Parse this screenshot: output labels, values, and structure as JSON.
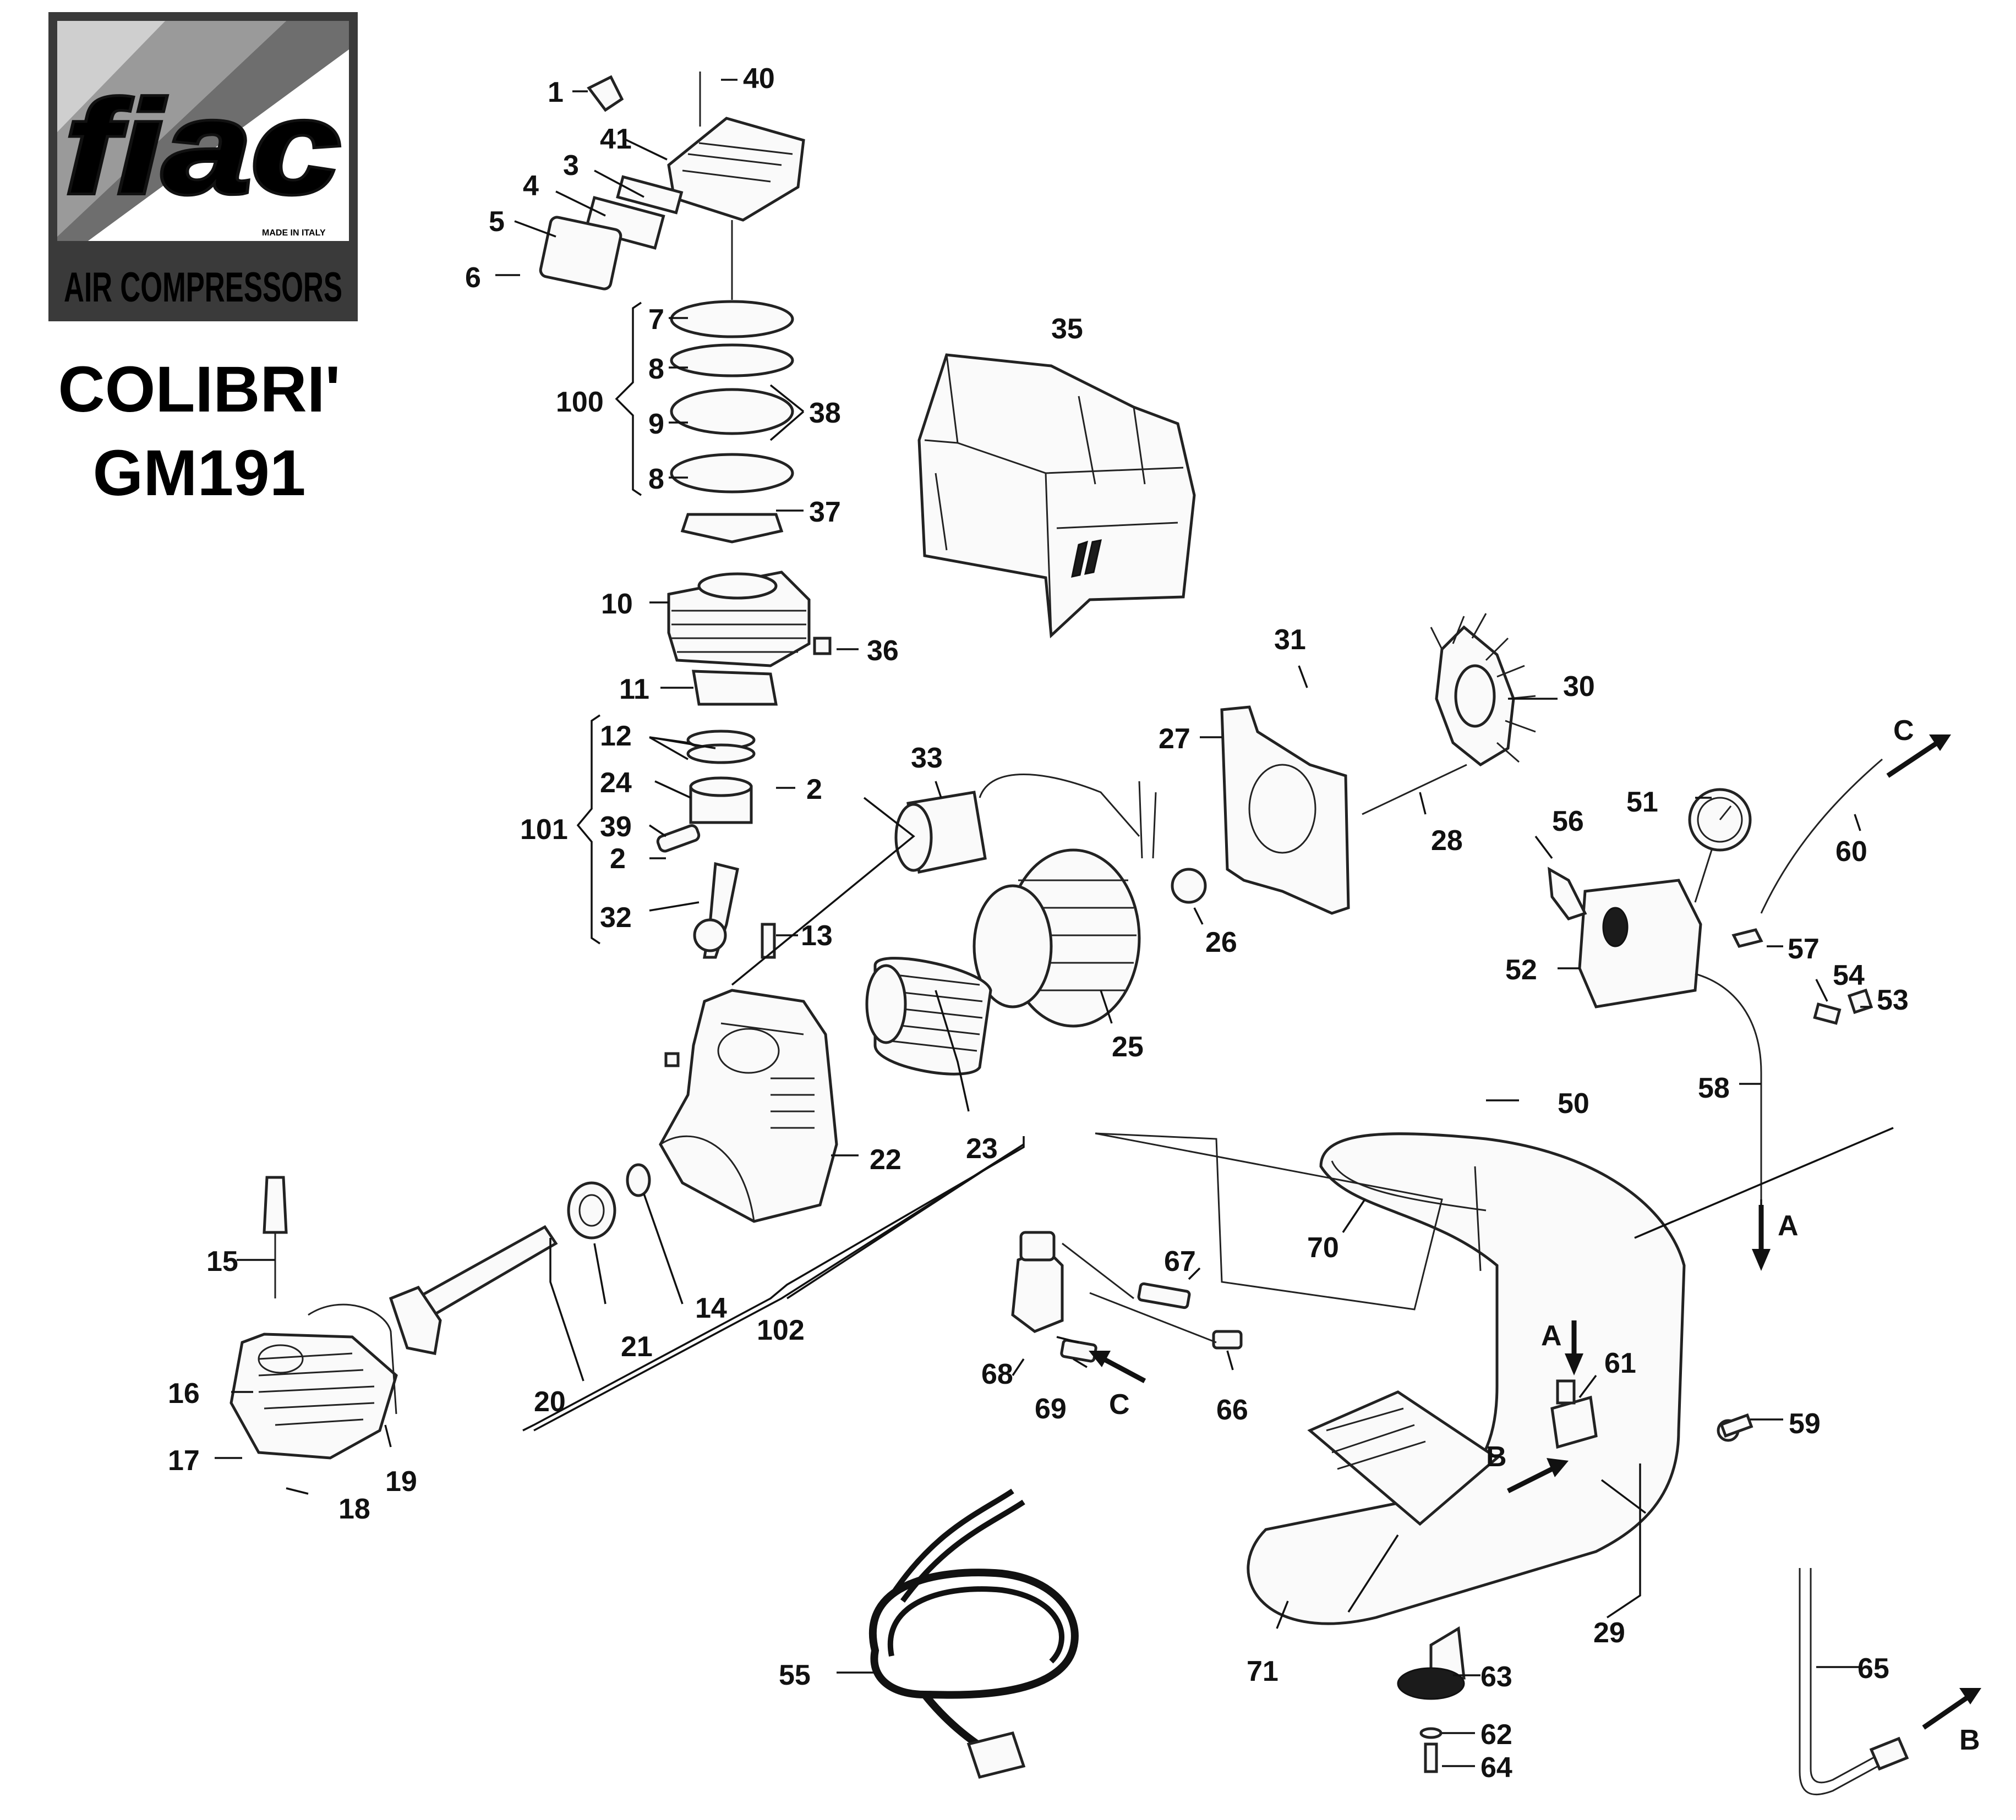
{
  "brand": {
    "logo_text": "fiac",
    "made_in": "MADE IN ITALY",
    "tagline": "AIR COMPRESSORS"
  },
  "model": {
    "name": "COLIBRI'",
    "code": "GM191"
  },
  "callouts": [
    "1",
    "2",
    "3",
    "4",
    "5",
    "6",
    "7",
    "8",
    "9",
    "10",
    "11",
    "12",
    "13",
    "14",
    "15",
    "16",
    "17",
    "18",
    "19",
    "20",
    "21",
    "22",
    "23",
    "24",
    "25",
    "26",
    "27",
    "28",
    "29",
    "30",
    "31",
    "32",
    "33",
    "35",
    "36",
    "37",
    "38",
    "39",
    "40",
    "41",
    "50",
    "51",
    "52",
    "53",
    "54",
    "55",
    "56",
    "57",
    "58",
    "59",
    "60",
    "61",
    "62",
    "63",
    "64",
    "65",
    "66",
    "67",
    "68",
    "69",
    "70",
    "71",
    "100",
    "101",
    "102"
  ],
  "flow_markers": [
    "A",
    "B",
    "C"
  ]
}
